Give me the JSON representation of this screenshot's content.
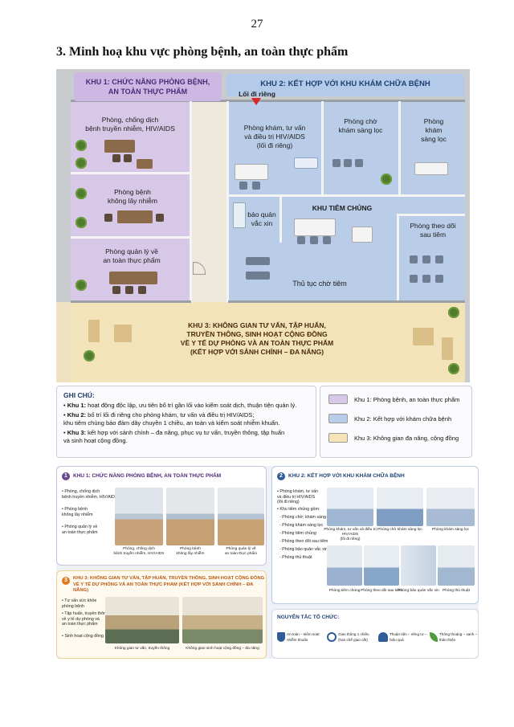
{
  "page_number": "27",
  "heading": "3. Minh hoạ khu vực phòng bệnh, an toàn thực phẩm",
  "colors": {
    "zone1": "#d6c8e6",
    "zone2": "#b9cde8",
    "zone3": "#f3e3b8",
    "zone1_dark": "#6a4a8e",
    "zone2_dark": "#2f5d9a",
    "zone3_dark": "#e07a1f"
  },
  "plan": {
    "zone1_title": "KHU 1: CHỨC NĂNG PHÒNG BỆNH,\nAN TOÀN THỰC PHẨM",
    "zone2_title": "KHU 2: KẾT HỢP VỚI KHU KHÁM CHỮA BỆNH",
    "private_path": "Lối đi riêng",
    "room_hiv_prevention": "Phòng, chống dịch\nbệnh truyền nhiễm, HIV/AIDS",
    "room_ncd": "Phòng bệnh\nkhông lây nhiễm",
    "room_food_safety": "Phòng quản lý về\nan toàn thực phẩm",
    "room_hiv_clinic": "Phòng khám, tư vấn\nvà điều trị HIV/AIDS\n(lối đi riêng)",
    "room_waiting": "Phòng chờ\nkhám sàng lọc",
    "room_screening": "Phòng\nkhám\nsàng lọc",
    "vaccine_storage": "bảo quản\nvắc xin",
    "vaccination_area": "KHU TIÊM CHỦNG",
    "room_post_vaccination": "Phòng theo dõi\nsau tiêm",
    "waiting_procedure": "Thủ tục chờ tiêm",
    "zone3_title": "KHU 3: KHÔNG GIAN TƯ VẤN, TẬP HUẤN,\nTRUYỀN THÔNG, SINH HOẠT CỘNG ĐỒNG\nVỀ Y TẾ DỰ PHÒNG VÀ AN TOÀN THỰC PHẨM\n(KẾT HỢP VỚI SẢNH CHÍNH – ĐA NĂNG)"
  },
  "notes": {
    "title": "GHI CHÚ:",
    "items": [
      {
        "label": "Khu 1:",
        "text": " hoạt động độc lập, ưu tiên bố trí gần lối vào kiểm soát dịch, thuận tiện quản lý."
      },
      {
        "label": "Khu 2:",
        "text": " bố trí lối đi riêng cho phòng khám, tư vấn và điều trị HIV/AIDS;\nkhu tiêm chủng bảo đảm dây chuyền 1 chiều, an toàn và kiểm soát nhiễm khuẩn."
      },
      {
        "label": "Khu 3:",
        "text": " kết hợp với sảnh chính – đa năng, phục vụ tư vấn, truyền thông, tập huấn\nvà sinh hoạt cộng đồng."
      }
    ]
  },
  "legend": [
    {
      "text": "Khu 1: Phòng bệnh, an toàn thực phẩm",
      "color": "#d6c8e6"
    },
    {
      "text": "Khu 2: Kết hợp với khám chữa bệnh",
      "color": "#b9cde8"
    },
    {
      "text": "Khu 3: Không gian đa năng, cộng đồng",
      "color": "#f6e3b8"
    }
  ],
  "poster": {
    "card1": {
      "num": "1",
      "title": "KHU 1: CHỨC NĂNG PHÒNG BỆNH, AN TOÀN THỰC PHẨM",
      "bullets": [
        "• Phòng, chống dịch\n  bệnh truyền nhiễm, HIV/AIDS",
        "• Phòng bệnh\n  không lây nhiễm",
        "• Phòng quản lý về\n  an toàn thực phẩm"
      ],
      "captions": [
        "Phòng, chống dịch\nbệnh truyền nhiễm, HIV/AIDS",
        "Phòng bệnh\nkhông lây nhiễm",
        "Phòng quản lý về\nan toàn thực phẩm"
      ]
    },
    "card2": {
      "num": "2",
      "title": "KHU 2: KẾT HỢP VỚI KHU KHÁM CHỮA BỆNH",
      "bullets": [
        "• Phòng khám, tư vấn\n  và điều trị HIV/AIDS\n  (lối đi riêng)",
        "• Khu tiêm chủng gồm:",
        "  - Phòng chờ; khám sàng lọc",
        "  - Phòng khám sàng lọc",
        "  - Phòng tiêm chủng",
        "  - Phòng theo dõi sau tiêm",
        "  - Phòng bảo quản vắc xin",
        "  - Phòng thủ thuật"
      ],
      "captions_top": [
        "Phòng khám, tư vấn và điều trị HIV/AIDS\n(lối đi riêng)",
        "Phòng chờ khám sàng lọc",
        "Phòng khám sàng lọc"
      ],
      "captions_bottom": [
        "Phòng tiêm chủng",
        "Phòng theo dõi sau tiêm",
        "Phòng bảo quản vắc xin",
        "Phòng thủ thuật"
      ]
    },
    "card3": {
      "num": "3",
      "title": "KHU 3: KHÔNG GIAN TƯ VẤN, TẬP HUẤN, TRUYỀN THÔNG, SINH HOẠT CỘNG ĐỒNG\nVỀ Y TẾ DỰ PHÒNG VÀ AN TOÀN THỰC PHẨM (KẾT HỢP VỚI SẢNH CHÍNH – ĐA NĂNG)",
      "bullets": [
        "• Tư vấn sức khỏe\n  phòng bệnh",
        "• Tập huấn, truyền thông\n  về y tế dự phòng và\n  an toàn thực phẩm",
        "• Sinh hoạt cộng đồng"
      ],
      "captions": [
        "Không gian tư vấn, truyền thông",
        "Không gian sinh hoạt cộng đồng – đa năng"
      ]
    },
    "principles": {
      "title": "NGUYÊN TẮC TỔ CHỨC:",
      "items": [
        "An toàn – kiểm soát\nnhiễm khuẩn",
        "Giao thông 1 chiều\n(hạn chế giao cắt)",
        "Thuận tiện – riêng tư –\nhiệu quả",
        "Thông thoáng – xanh –\nthân thiện"
      ]
    }
  }
}
